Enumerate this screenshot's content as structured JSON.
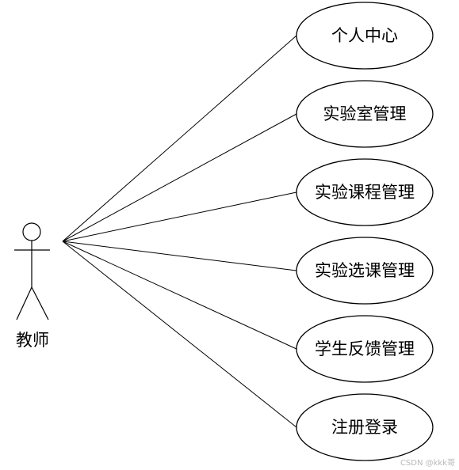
{
  "actor": {
    "label": "教师"
  },
  "use_cases": [
    {
      "label": "个人中心"
    },
    {
      "label": "实验室管理"
    },
    {
      "label": "实验课程管理"
    },
    {
      "label": "实验选课管理"
    },
    {
      "label": "学生反馈管理"
    },
    {
      "label": "注册登录"
    }
  ],
  "watermark": "CSDN @kkk哥"
}
